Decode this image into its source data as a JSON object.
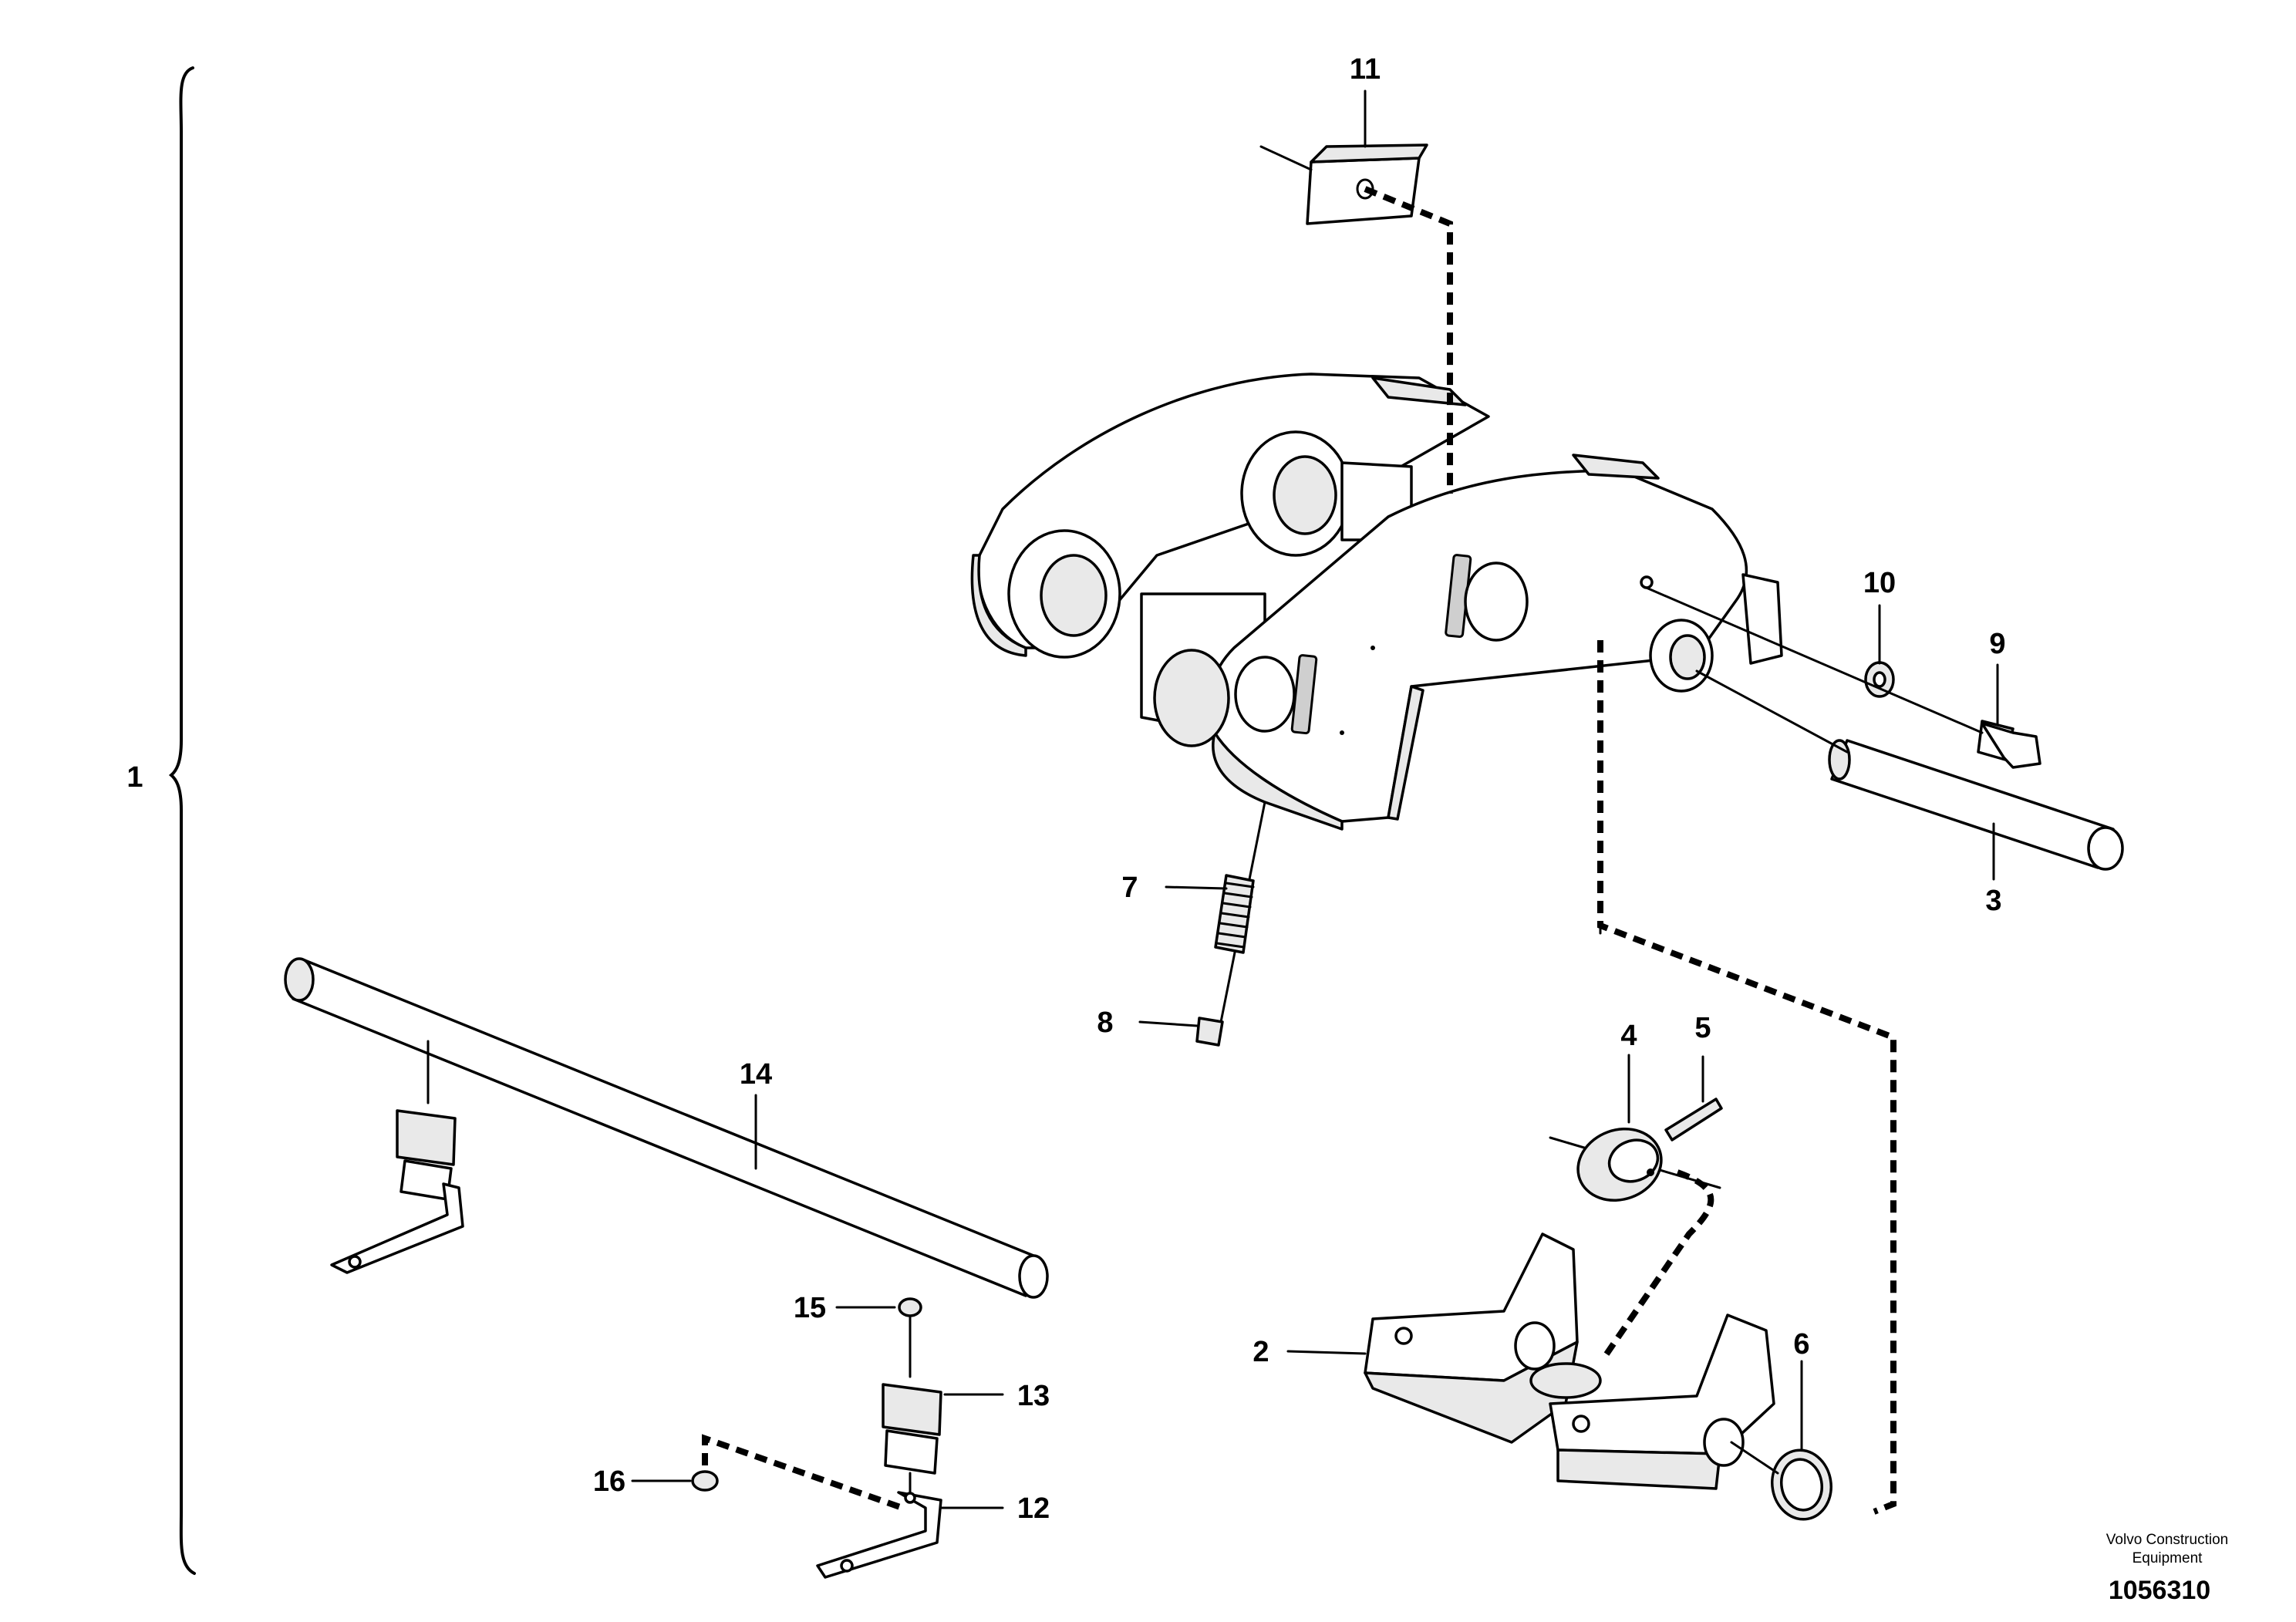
{
  "title": "",
  "callouts": [
    {
      "id": "1",
      "label": "1"
    },
    {
      "id": "2",
      "label": "2"
    },
    {
      "id": "3",
      "label": "3"
    },
    {
      "id": "4",
      "label": "4"
    },
    {
      "id": "5",
      "label": "5"
    },
    {
      "id": "6",
      "label": "6"
    },
    {
      "id": "7",
      "label": "7"
    },
    {
      "id": "8",
      "label": "8"
    },
    {
      "id": "9",
      "label": "9"
    },
    {
      "id": "10",
      "label": "10"
    },
    {
      "id": "11",
      "label": "11"
    },
    {
      "id": "12",
      "label": "12"
    },
    {
      "id": "13",
      "label": "13"
    },
    {
      "id": "14",
      "label": "14"
    },
    {
      "id": "15",
      "label": "15"
    },
    {
      "id": "16",
      "label": "16"
    }
  ],
  "footer": {
    "credit_line1": "Volvo Construction",
    "credit_line2": "Equipment",
    "doc_number": "1056310"
  }
}
